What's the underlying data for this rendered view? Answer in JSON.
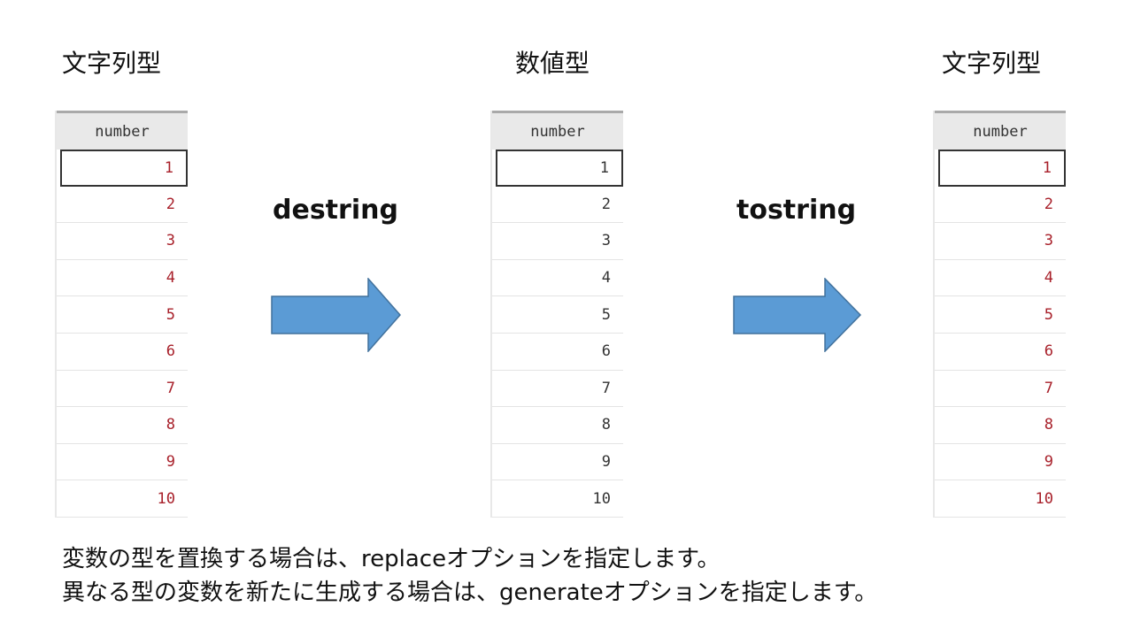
{
  "panels": {
    "left": {
      "title": "文字列型",
      "header": "number",
      "values": [
        "1",
        "2",
        "3",
        "4",
        "5",
        "6",
        "7",
        "8",
        "9",
        "10"
      ]
    },
    "middle": {
      "title": "数値型",
      "header": "number",
      "values": [
        "1",
        "2",
        "3",
        "4",
        "5",
        "6",
        "7",
        "8",
        "9",
        "10"
      ]
    },
    "right": {
      "title": "文字列型",
      "header": "number",
      "values": [
        "1",
        "2",
        "3",
        "4",
        "5",
        "6",
        "7",
        "8",
        "9",
        "10"
      ]
    }
  },
  "operations": {
    "left": "destring",
    "right": "tostring"
  },
  "caption": {
    "line1": "変数の型を置換する場合は、replaceオプションを指定します。",
    "line2": "異なる型の変数を新たに生成する場合は、generateオプションを指定します。"
  },
  "colors": {
    "arrow_fill": "#5b9bd5",
    "arrow_stroke": "#41719c",
    "string_value": "#a8202a",
    "numeric_value": "#333333",
    "header_bg": "#e9e9e9"
  },
  "icons": {
    "arrow": "right-arrow-icon"
  }
}
